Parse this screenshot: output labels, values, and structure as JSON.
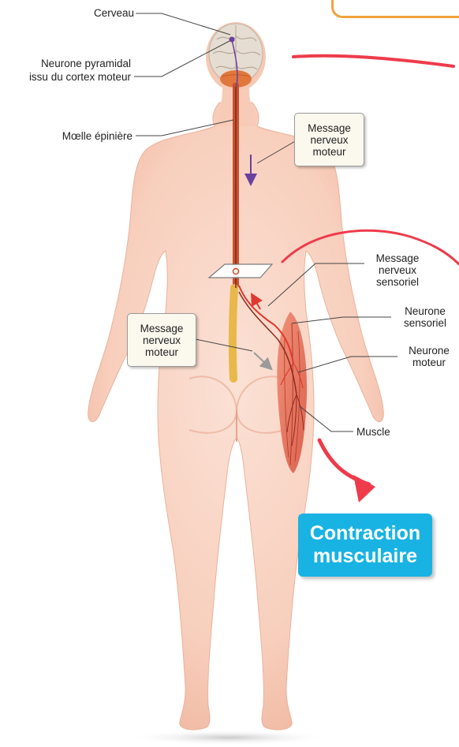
{
  "labels": {
    "cerveau": "Cerveau",
    "neurone_pyramidal_line1": "Neurone pyramidal",
    "neurone_pyramidal_line2": "issu du cortex moteur",
    "moelle": "Mœlle épinière",
    "message_moteur_top": [
      "Message",
      "nerveux",
      "moteur"
    ],
    "message_sensoriel": [
      "Message",
      "nerveux",
      "sensoriel"
    ],
    "neurone_sensoriel": [
      "Neurone",
      "sensoriel"
    ],
    "neurone_moteur": [
      "Neurone",
      "moteur"
    ],
    "message_moteur_left": [
      "Message",
      "nerveux",
      "moteur"
    ],
    "muscle": "Muscle",
    "contraction": [
      "Contraction",
      "musculaire"
    ]
  },
  "colors": {
    "skin": "#f9d4c4",
    "skin_shade": "#f1b8a2",
    "brain": "#e9e1d6",
    "spinal_cord": "#c9512f",
    "motor_arrow": "#6b3fa0",
    "sensory_neuron": "#e03a2f",
    "muscle": "#e86a52",
    "red_arrow": "#ee3b4b",
    "contraction_box": "#18b3e3",
    "orange_border": "#f2a23c"
  }
}
